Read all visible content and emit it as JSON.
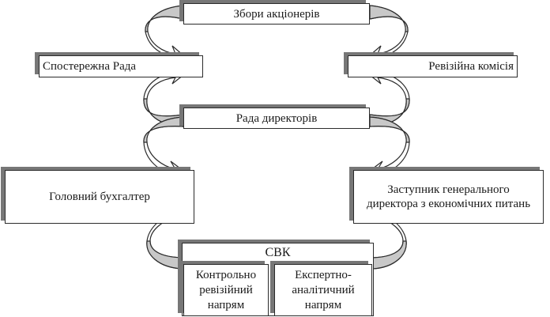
{
  "diagram": {
    "nodes": {
      "shareholders": "Збори акціонерів",
      "supervisory_board": "Спостережна Рада",
      "audit_commission": "Ревізійна комісія",
      "board_of_directors": "Рада директорів",
      "chief_accountant": "Головний бухгалтер",
      "deputy_director": "Заступник генерального директора з економічних питань",
      "svk": {
        "title": "СВК",
        "left": "Контрольно ревізійний напрям",
        "right": "Експертно-аналітичний напрям"
      }
    },
    "edges": [
      {
        "from": "Збори акціонерів",
        "to": "Спостережна Рада"
      },
      {
        "from": "Збори акціонерів",
        "to": "Ревізійна комісія"
      },
      {
        "from": "Рада директорів",
        "to": "Спостережна Рада"
      },
      {
        "from": "Рада директорів",
        "to": "Ревізійна комісія"
      },
      {
        "from": "Рада директорів",
        "to": "Головний бухгалтер"
      },
      {
        "from": "Рада директорів",
        "to": "Заступник генерального директора з економічних питань"
      },
      {
        "from": "СВК",
        "to": "Головний бухгалтер"
      },
      {
        "from": "СВК",
        "to": "Заступник генерального директора з економічних питань"
      }
    ],
    "colors": {
      "arrow_fill": "#c8c8c8",
      "outline": "#2b2b2b",
      "shadow": "#777777"
    }
  }
}
